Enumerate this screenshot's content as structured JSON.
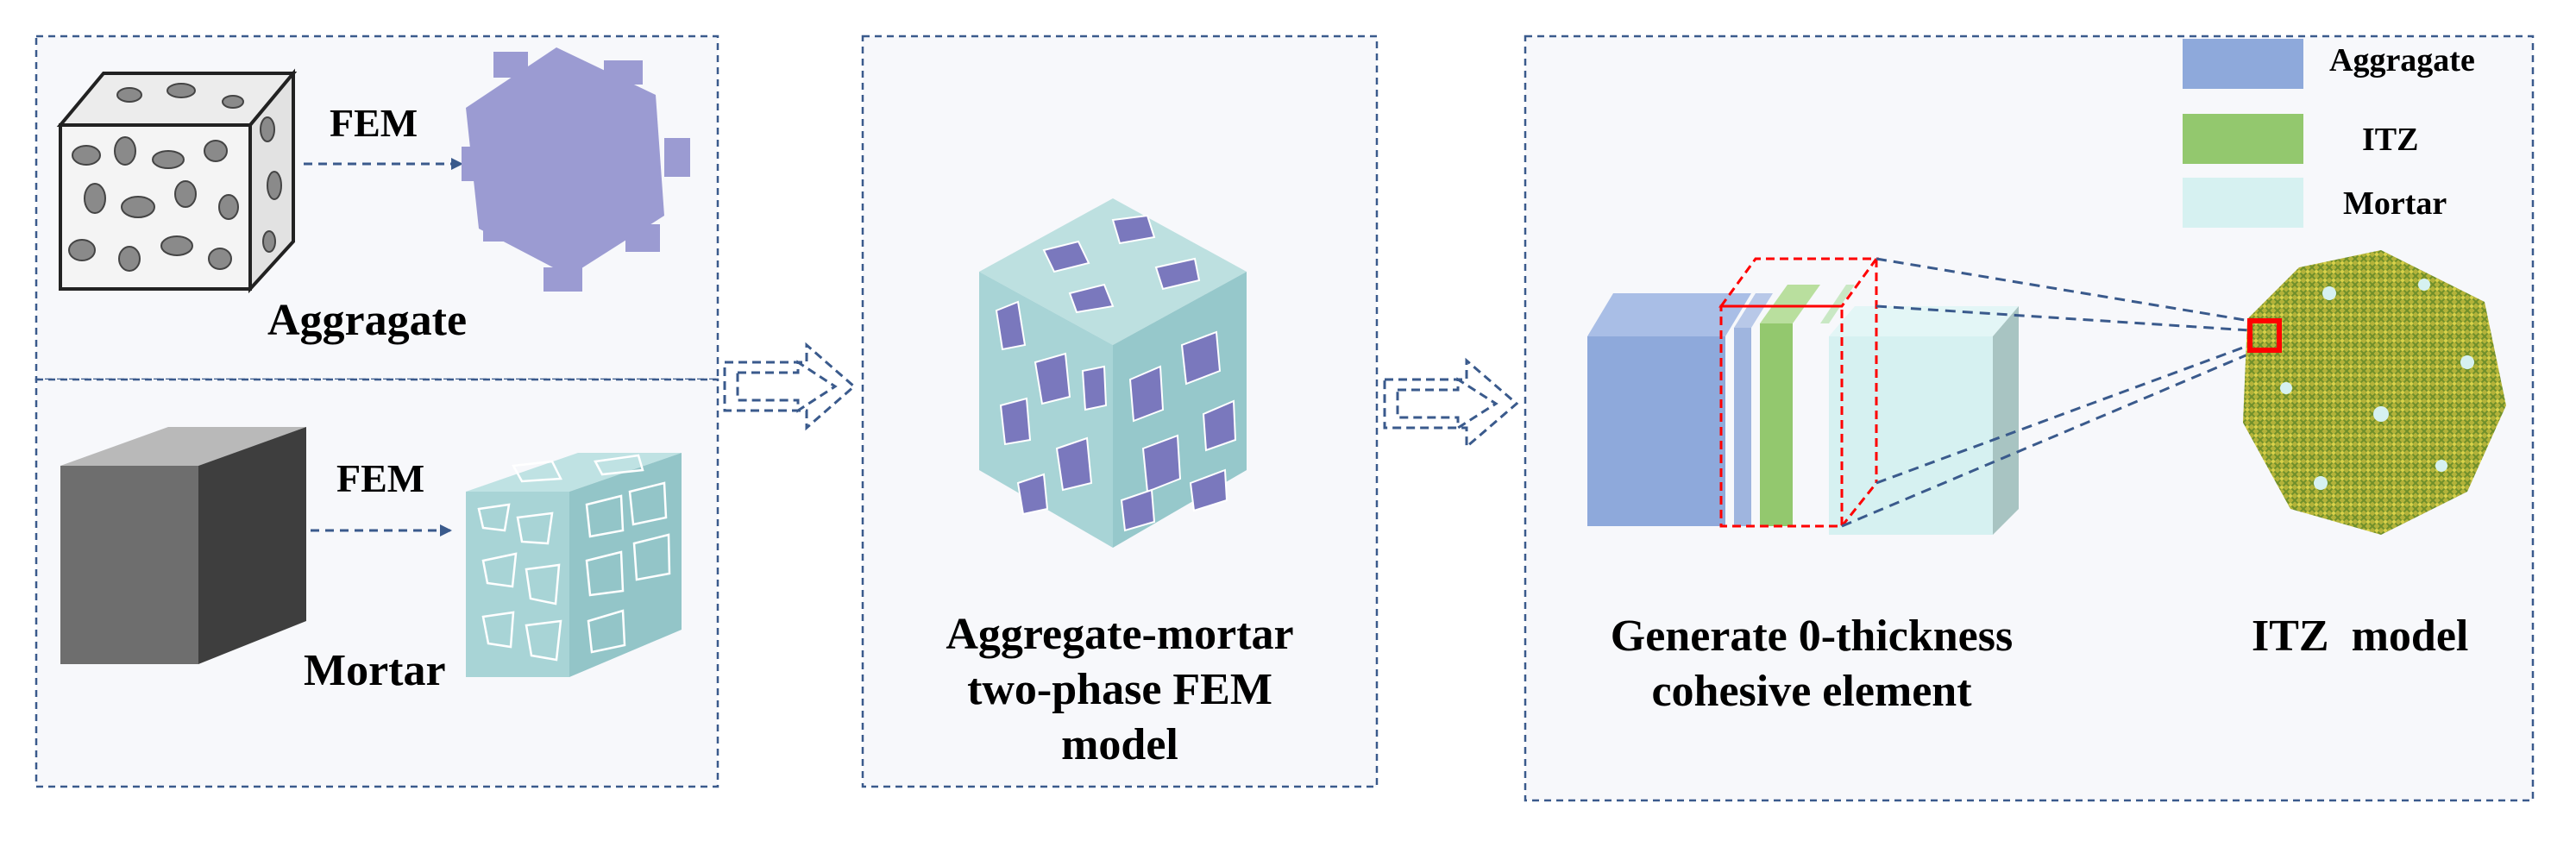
{
  "panels": {
    "aggregate": {
      "arrow_label": "FEM",
      "caption": "Aggragate"
    },
    "mortar": {
      "arrow_label": "FEM",
      "caption": "Mortar"
    },
    "two_phase": {
      "caption_lines": [
        "Aggregate-mortar",
        "two-phase FEM",
        "model"
      ]
    },
    "cohesive": {
      "caption_lines": [
        "Generate 0-thickness",
        "cohesive element"
      ]
    },
    "itz_model": {
      "caption": "ITZ  model"
    }
  },
  "legend": {
    "items": [
      {
        "label": "Aggragate",
        "color": "#8ea9db"
      },
      {
        "label": "ITZ",
        "color": "#93c86e"
      },
      {
        "label": "Mortar",
        "color": "#d6f1f1"
      }
    ]
  },
  "colors": {
    "frame": "#3a5a8c",
    "panel_bg": "#f7f8fb",
    "aggregate_fem": "#9b9bd2",
    "mortar_fem": "#a8d4d6",
    "highlight": "#ff0000"
  }
}
